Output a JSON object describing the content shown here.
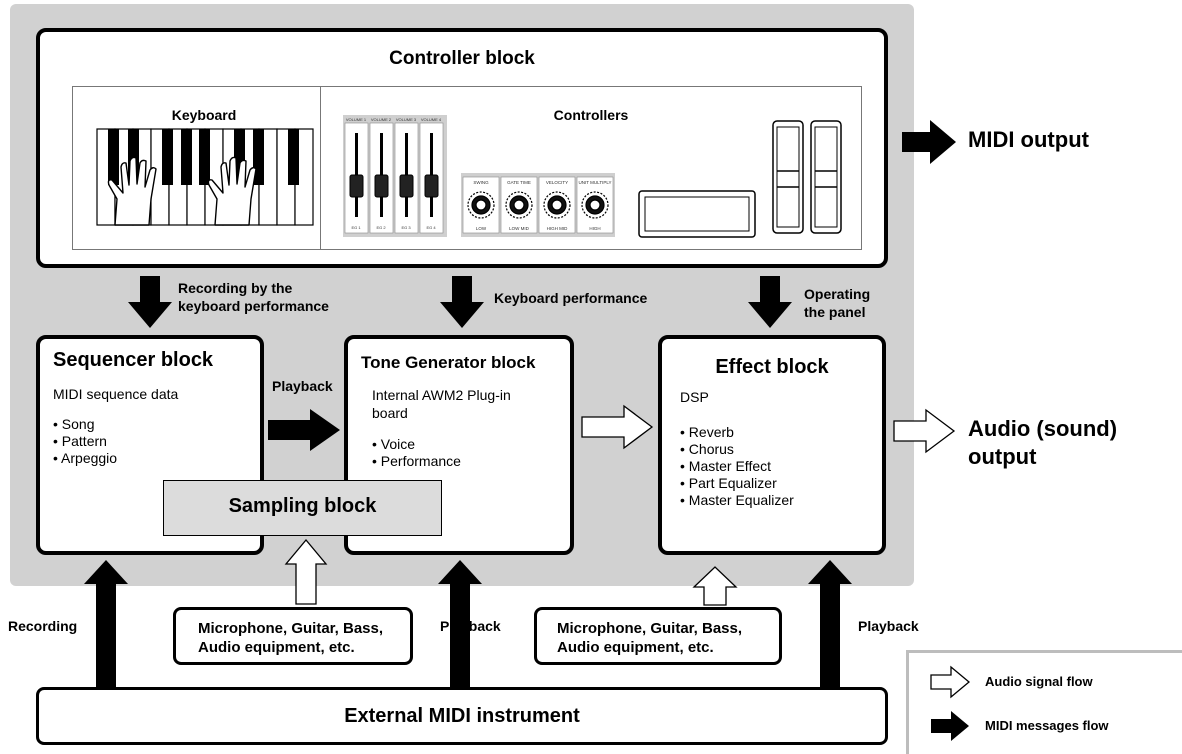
{
  "controller": {
    "title": "Controller block",
    "keyboard_label": "Keyboard",
    "controllers_label": "Controllers",
    "fader_labels": [
      "VOLUME 1",
      "VOLUME 2",
      "VOLUME 3",
      "VOLUME 4"
    ],
    "fader_bottom_labels": [
      "EG 1",
      "EG 2",
      "EG 3",
      "EG 4"
    ],
    "knob_labels": [
      "SWING",
      "GATE TIME",
      "VELOCITY",
      "UNIT MULTIPLY"
    ],
    "knob_bottom_labels": [
      "LOW",
      "LOW MID",
      "HIGH MID",
      "HIGH"
    ]
  },
  "sequencer": {
    "title": "Sequencer block",
    "subtitle": "MIDI sequence data",
    "items": [
      "Song",
      "Pattern",
      "Arpeggio"
    ]
  },
  "tone_generator": {
    "title": "Tone Generator block",
    "subtitle_line1": "Internal AWM2 Plug-in",
    "subtitle_line2": "board",
    "items": [
      "Voice",
      "Performance"
    ]
  },
  "effect": {
    "title": "Effect block",
    "subtitle": "DSP",
    "items": [
      "Reverb",
      "Chorus",
      "Master Effect",
      "Part Equalizer",
      "Master Equalizer"
    ]
  },
  "sampling": {
    "title": "Sampling block"
  },
  "external": {
    "title": "External MIDI instrument"
  },
  "inputs": {
    "left_line1": "Microphone, Guitar, Bass,",
    "left_line2": "Audio equipment, etc.",
    "right_line1": "Microphone, Guitar, Bass,",
    "right_line2": "Audio equipment, etc."
  },
  "labels": {
    "recording_by_line1": "Recording by the",
    "recording_by_line2": "keyboard performance",
    "keyboard_performance": "Keyboard performance",
    "operating_line1": "Operating",
    "operating_line2": "the panel",
    "playback_seq": "Playback",
    "recording": "Recording",
    "playback_mid": "Playback",
    "playback_right": "Playback"
  },
  "outputs": {
    "midi_output": "MIDI output",
    "audio_line1": "Audio (sound)",
    "audio_line2": "output"
  },
  "legend": {
    "audio_flow": "Audio signal flow",
    "midi_flow": "MIDI messages flow"
  }
}
